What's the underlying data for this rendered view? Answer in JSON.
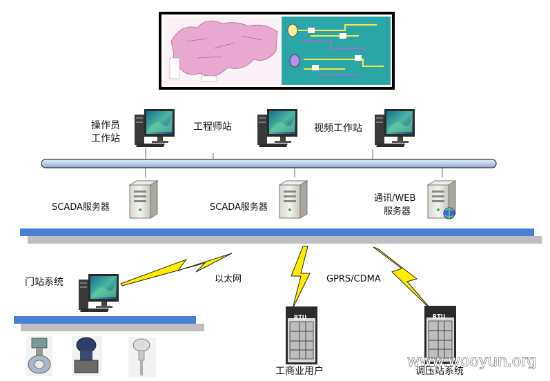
{
  "labels": {
    "operator_station": [
      "操作员",
      "工作站"
    ],
    "engineer_station": "工程师站",
    "video_station": "视频工作站",
    "scada_server_1": "SCADA服务器",
    "scada_server_2": "SCADA服务器",
    "comm_web_server": [
      "通讯/WEB",
      "服务器"
    ],
    "gate_station_system": "门站系统",
    "ethernet": "以太网",
    "gprs_cdma": "GPRS/CDMA",
    "industrial_users": "工商业用户",
    "regulator_station_system": "调压站系统"
  },
  "rtu_label": "RTU",
  "watermark": "www.wooyun.org",
  "icons": {
    "workstation": "desktop-computer-icon",
    "server": "tower-server-icon",
    "web_server": "web-server-globe-icon",
    "rtu": "rtu-cabinet-icon",
    "wireless": "lightning-bolt-icon",
    "field_devices": [
      "flowmeter-icon",
      "pressure-transmitter-icon",
      "temperature-sensor-icon"
    ]
  },
  "colors": {
    "lan_bar_top": "#4a7fd6",
    "lan_bar_shadow": "#bfbfbf",
    "bus_fill": "#c8d8f0",
    "bolt_fill": "#ffee00",
    "map_pink": "#e8a8cf",
    "schematic_teal": "#2aa6a6"
  }
}
